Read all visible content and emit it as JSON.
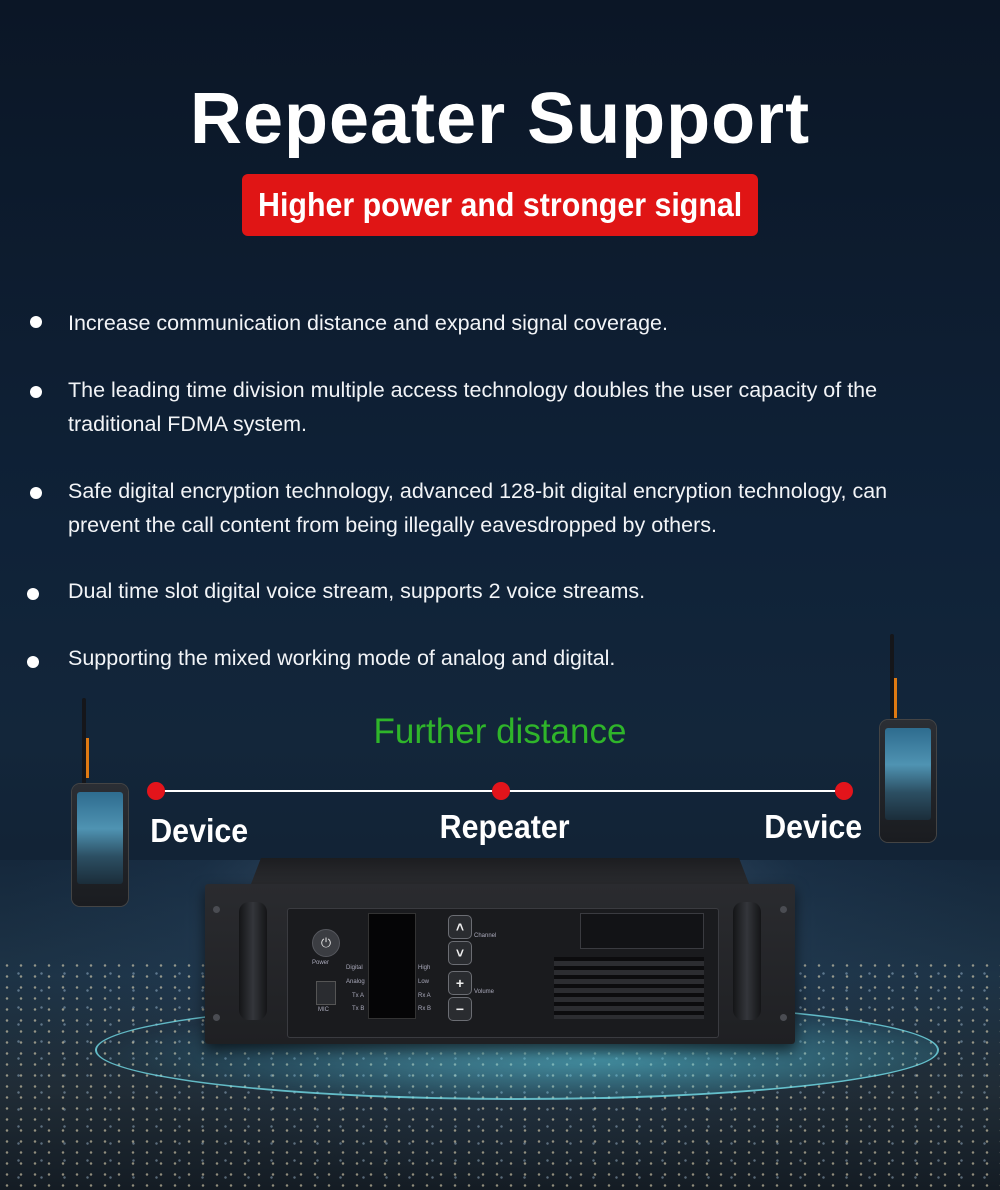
{
  "header": {
    "title": "Repeater Support",
    "subtitle": "Higher power and stronger signal",
    "accent_color": "#e01515"
  },
  "features": [
    "Increase communication distance and expand signal coverage.",
    "The leading time division multiple access technology doubles the user capacity of the traditional  FDMA system.",
    "Safe digital encryption technology, advanced 128-bit digital encryption technology, can prevent the call content from being illegally eavesdropped by others.",
    "Dual time slot digital voice stream, supports 2 voice streams.",
    "Supporting the mixed working mode of analog and digital."
  ],
  "diagram": {
    "caption": "Further distance",
    "caption_color": "#2fb52a",
    "nodes": [
      "Device",
      "Repeater",
      "Device"
    ],
    "node_color": "#e3141b"
  },
  "repeater_panel": {
    "power_label": "Power",
    "mic_label": "MIC",
    "left_indicators": [
      "Digital",
      "Analog",
      "Tx A",
      "Tx B"
    ],
    "right_indicators": [
      "High",
      "Low",
      "Rx A",
      "Rx B"
    ],
    "channel_label": "Channel",
    "volume_label": "Volume",
    "power_icon": "power-icon",
    "up_icon": "chevron-up-icon",
    "down_icon": "chevron-down-icon"
  }
}
